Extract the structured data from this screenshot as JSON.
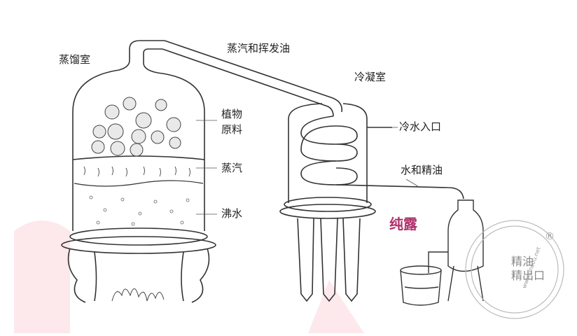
{
  "labels": {
    "distill_chamber": "蒸馏室",
    "steam_oil": "蒸汽和挥发油",
    "cond_chamber": "冷凝室",
    "plant_material": "植物\n原料",
    "cold_water_in": "冷水入口",
    "steam": "蒸汽",
    "water_and_oil": "水和精油",
    "boiling_water": "沸水",
    "hydrosol": "纯露"
  },
  "watermark": {
    "text_1": "精油",
    "text_2": "精出口",
    "registered": "®",
    "url": "www.unoou.net"
  },
  "colors": {
    "line": "#333333",
    "accent": "#b0306a",
    "bg_shape": "#fde8ec"
  }
}
